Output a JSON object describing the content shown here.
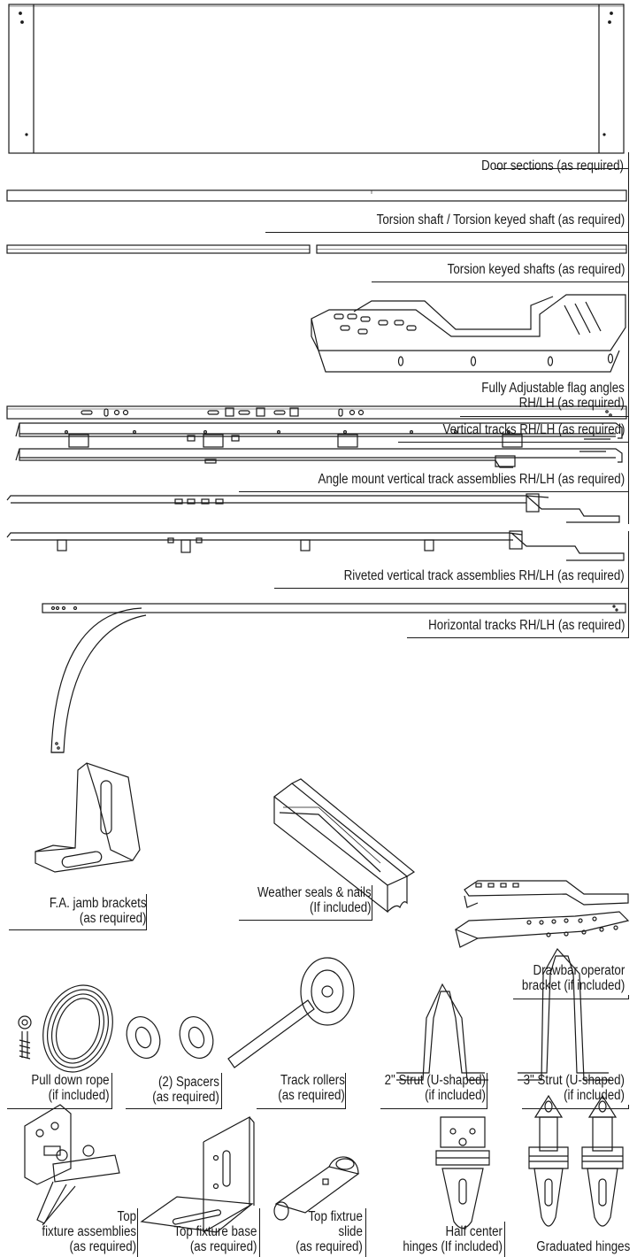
{
  "parts": {
    "door_sections": "Door sections (as required)",
    "torsion_shaft": "Torsion shaft / Torsion keyed shaft (as required)",
    "torsion_keyed_shafts": "Torsion keyed shafts (as required)",
    "flag_angles_1": "Fully Adjustable flag angles",
    "flag_angles_2": "RH/LH (as required)",
    "vertical_tracks": "Vertical tracks RH/LH (as required)",
    "angle_mount": "Angle mount vertical track assemblies RH/LH (as required)",
    "riveted": "Riveted vertical track assemblies RH/LH (as required)",
    "horizontal_tracks": "Horizontal tracks RH/LH (as required)",
    "jamb_1": "F.A. jamb brackets",
    "jamb_2": "(as required)",
    "seals_1": "Weather seals & nails",
    "seals_2": "(If included)",
    "drawbar_1": "Drawbar operator",
    "drawbar_2": "bracket (if included)",
    "rope_1": "Pull down rope",
    "rope_2": "(if included)",
    "spacers_1": "(2) Spacers",
    "spacers_2": "(as required)",
    "rollers_1": "Track rollers",
    "rollers_2": "(as required)",
    "strut2_1": "2\" Strut (U-shaped)",
    "strut2_2": "(if included)",
    "strut3_1": "3\" Strut (U-shaped)",
    "strut3_2": "(if included)",
    "topfix_1": "Top",
    "topfix_2": "fixture assemblies",
    "topfix_3": "(as required)",
    "base_1": "Top fixture base",
    "base_2": "(as required)",
    "slide_1": "Top fixtrue",
    "slide_2": "slide",
    "slide_3": "(as required)",
    "halfcenter_1": "Half center",
    "halfcenter_2": "hinges (If included)",
    "graduated": "Graduated hinges"
  }
}
